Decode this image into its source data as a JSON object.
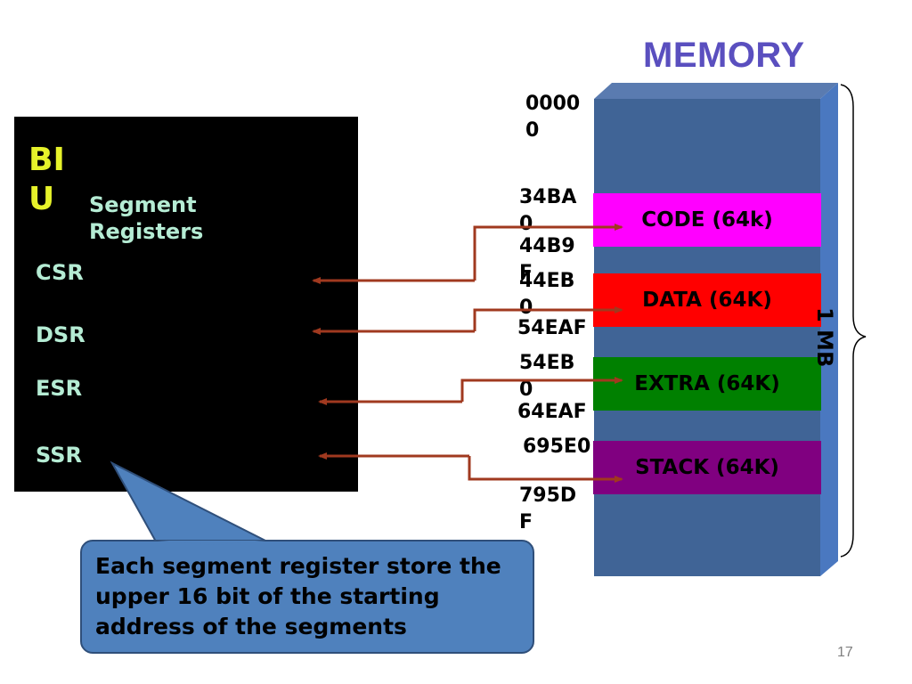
{
  "title": "MEMORY",
  "biu": {
    "label": "BI U",
    "segment_registers_label": "Segment Registers",
    "registers": [
      "CSR",
      "DSR",
      "ESR",
      "SSR"
    ]
  },
  "memory": {
    "start_address": "0000 0",
    "segments": [
      {
        "label": "CODE (64k)",
        "color": "#ff00ff",
        "start": "34BA 0",
        "end": "44B9 F"
      },
      {
        "label": "DATA (64K)",
        "color": "#ff0000",
        "start": "44EB 0",
        "end": "54EAF"
      },
      {
        "label": "EXTRA (64K)",
        "color": "#008000",
        "start": "54EB 0",
        "end": "64EAF"
      },
      {
        "label": "STACK (64K)",
        "color": "#800080",
        "start": "695E0",
        "end": "795D F"
      }
    ],
    "size_label": "1 MB"
  },
  "callout": {
    "text": "Each segment register store the upper 16 bit of the starting address of the segments"
  },
  "page_number": "17",
  "colors": {
    "memory_block": "#406496",
    "arrow": "#a0391f",
    "callout": "#4f81bd",
    "title": "#5a4fbf",
    "biu_label": "#e6f22a",
    "register_text": "#b5ecd4"
  }
}
